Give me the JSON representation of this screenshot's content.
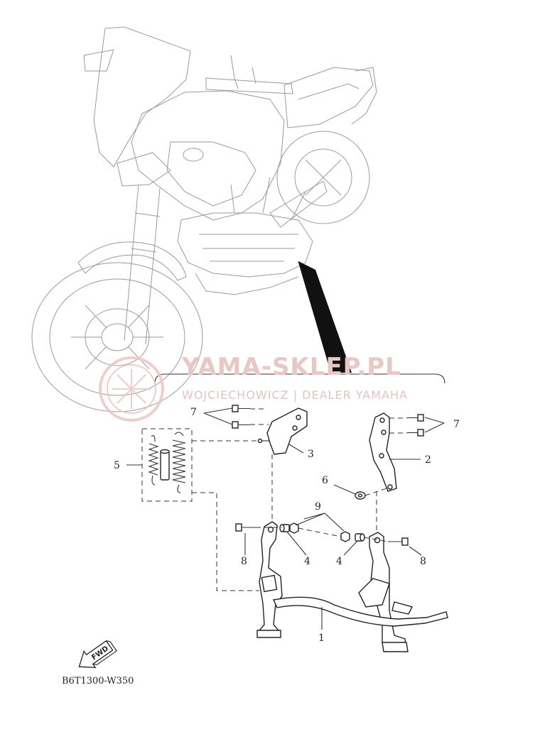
{
  "diagram_code": "B6T1300-W350",
  "fwd_label": "FWD",
  "watermark": {
    "title": "YAMA-SKLEP.PL",
    "subtitle": "WOJCIECHOWICZ | DEALER YAMAHA"
  },
  "callouts": {
    "c1": "1",
    "c2": "2",
    "c3": "3",
    "c4a": "4",
    "c4b": "4",
    "c5": "5",
    "c6": "6",
    "c7a": "7",
    "c7b": "7",
    "c8a": "8",
    "c8b": "8",
    "c9": "9"
  },
  "colors": {
    "line": "#222222",
    "watermark": "#e8c4c4",
    "background": "#ffffff"
  }
}
